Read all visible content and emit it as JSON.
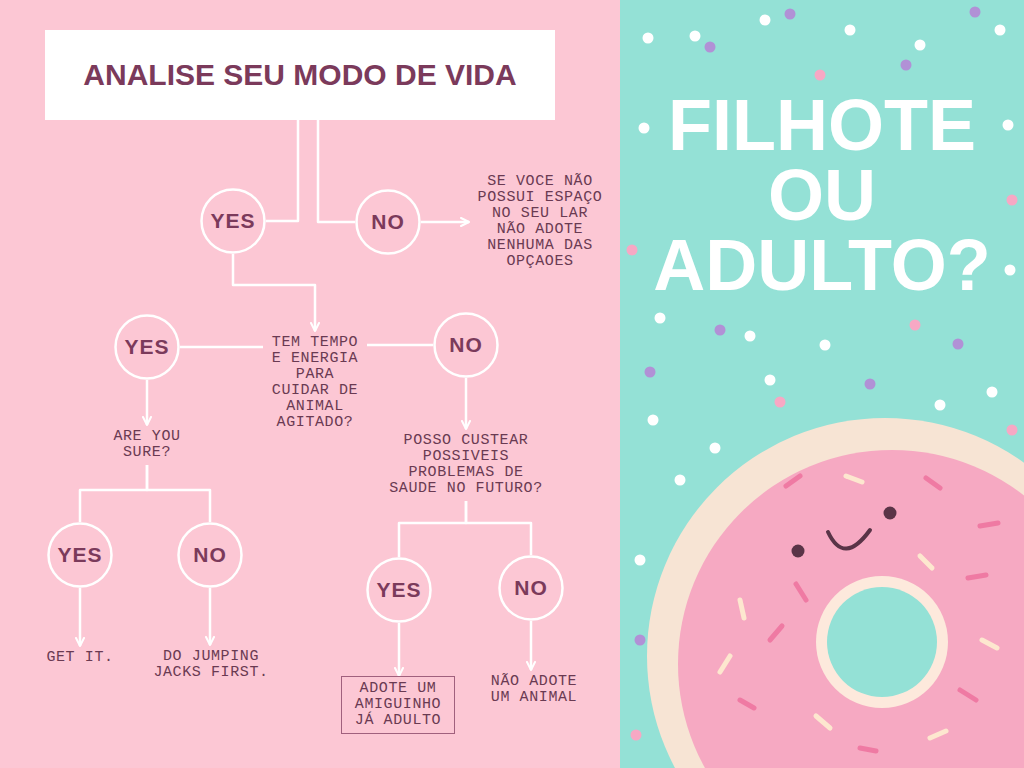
{
  "diagram": {
    "title": "FILHOTE OU ADULTO?",
    "nodes": [
      {
        "text": [
          "ANALISE SEU MODO DE VIDA"
        ]
      },
      {
        "text": [
          "YES"
        ]
      },
      {
        "text": [
          "NO"
        ]
      },
      {
        "text": [
          "SE VOCE NÃO POSSUI ESPAÇO NO SEU LAR NÃO ADOTE NENHUMA DAS OPÇAOES"
        ]
      },
      {
        "text": [
          "YES"
        ]
      },
      {
        "text": [
          "TEM TEMPO E ENERGIA PARA CUIDAR DE ANIMAL AGITADO?"
        ]
      },
      {
        "text": [
          "NO"
        ]
      },
      {
        "text": [
          "ARE YOU SURE?"
        ]
      },
      {
        "text": [
          "POSSO CUSTEAR POSSIVEIS PROBLEMAS DE SAUDE NO FUTURO?"
        ]
      },
      {
        "text": [
          "YES"
        ]
      },
      {
        "text": [
          "NO"
        ]
      },
      {
        "text": [
          "YES"
        ]
      },
      {
        "text": [
          "NO"
        ]
      },
      {
        "text": [
          "GET IT."
        ]
      },
      {
        "text": [
          "DO JUMPING JACKS FIRST."
        ]
      },
      {
        "text": [
          "ADOTE UM AMIGUINHO JÁ ADULTO"
        ]
      },
      {
        "text": [
          "NÃO ADOTE UM ANIMAL"
        ]
      }
    ],
    "edges": [
      {
        "from": 0,
        "to": 1,
        "arrow": "none"
      },
      {
        "from": 0,
        "to": 2,
        "arrow": "none"
      },
      {
        "from": 2,
        "to": 3,
        "arrow": "to"
      },
      {
        "from": 1,
        "to": 5,
        "arrow": "to"
      },
      {
        "from": 5,
        "to": 4,
        "arrow": "none"
      },
      {
        "from": 5,
        "to": 6,
        "arrow": "none"
      },
      {
        "from": 4,
        "to": 7,
        "arrow": "to"
      },
      {
        "from": 6,
        "to": 8,
        "arrow": "to"
      },
      {
        "from": 7,
        "to": 9,
        "arrow": "none"
      },
      {
        "from": 7,
        "to": 10,
        "arrow": "none"
      },
      {
        "from": 8,
        "to": 11,
        "arrow": "none"
      },
      {
        "from": 8,
        "to": 12,
        "arrow": "none"
      },
      {
        "from": 9,
        "to": 13,
        "arrow": "to"
      },
      {
        "from": 10,
        "to": 14,
        "arrow": "to"
      },
      {
        "from": 11,
        "to": 15,
        "arrow": "to"
      },
      {
        "from": 12,
        "to": 16,
        "arrow": "to"
      }
    ]
  }
}
